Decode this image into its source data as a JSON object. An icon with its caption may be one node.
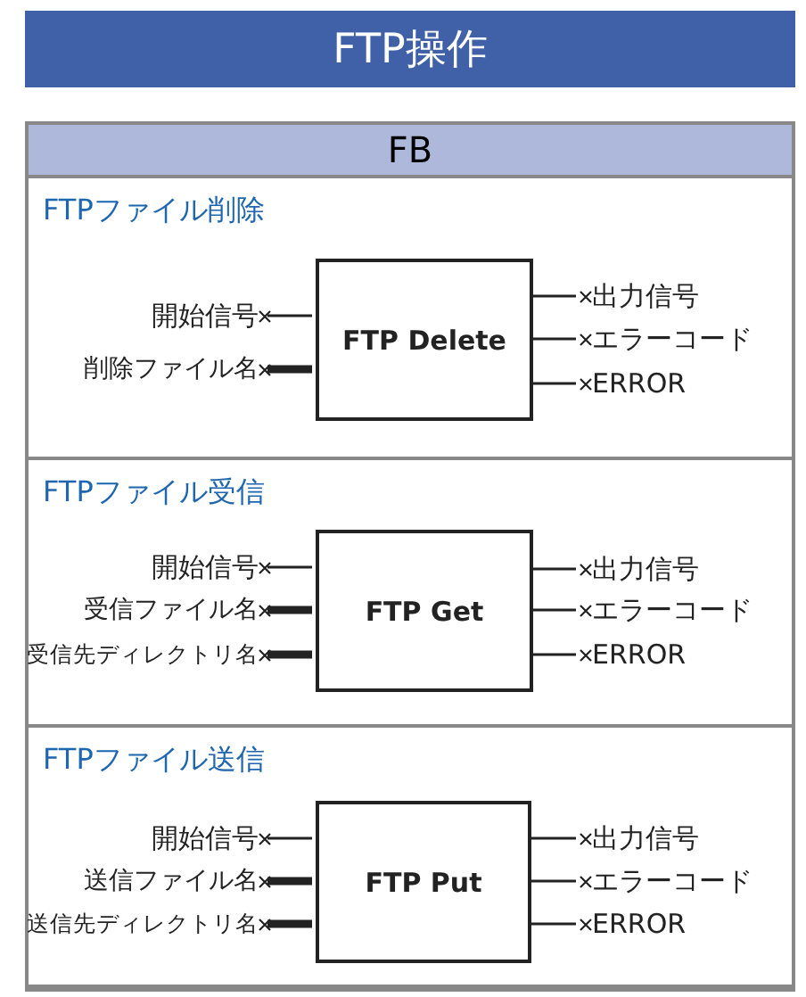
{
  "diagram": {
    "title": "FTP操作",
    "nodes": [
      {
        "text": [
          "FB"
        ]
      },
      {
        "text": [
          "FTPファイル削除"
        ]
      },
      {
        "text": [
          "開始信号"
        ],
        "in": 1
      },
      {
        "text": [
          "削除ファイル名"
        ],
        "in": 1
      },
      {
        "text": [
          "FTP Delete"
        ],
        "in": 1
      },
      {
        "text": [
          "出力信号"
        ],
        "in": 1
      },
      {
        "text": [
          "エラーコード"
        ],
        "in": 1
      },
      {
        "text": [
          "ERROR"
        ],
        "in": 1
      },
      {
        "text": [
          "FTPファイル受信"
        ]
      },
      {
        "text": [
          "開始信号"
        ],
        "in": 8
      },
      {
        "text": [
          "受信ファイル名"
        ],
        "in": 8
      },
      {
        "text": [
          "受信先ディレクトリ名"
        ],
        "in": 8
      },
      {
        "text": [
          "FTP Get"
        ],
        "in": 8
      },
      {
        "text": [
          "出力信号"
        ],
        "in": 8
      },
      {
        "text": [
          "エラーコード"
        ],
        "in": 8
      },
      {
        "text": [
          "ERROR"
        ],
        "in": 8
      },
      {
        "text": [
          "FTPファイル送信"
        ]
      },
      {
        "text": [
          "開始信号"
        ],
        "in": 16
      },
      {
        "text": [
          "送信ファイル名"
        ],
        "in": 16
      },
      {
        "text": [
          "送信先ディレクトリ名"
        ],
        "in": 16
      },
      {
        "text": [
          "FTP Put"
        ],
        "in": 16
      },
      {
        "text": [
          "出力信号"
        ],
        "in": 16
      },
      {
        "text": [
          "エラーコード"
        ],
        "in": 16
      },
      {
        "text": [
          "ERROR"
        ],
        "in": 16
      }
    ],
    "edges": [
      {
        "from": 2,
        "to": 4,
        "arrow": "none"
      },
      {
        "from": 3,
        "to": 4,
        "arrow": "none",
        "style": "thick"
      },
      {
        "from": 4,
        "to": 5,
        "arrow": "none"
      },
      {
        "from": 4,
        "to": 6,
        "arrow": "none"
      },
      {
        "from": 4,
        "to": 7,
        "arrow": "none"
      },
      {
        "from": 9,
        "to": 12,
        "arrow": "none"
      },
      {
        "from": 10,
        "to": 12,
        "arrow": "none",
        "style": "thick"
      },
      {
        "from": 11,
        "to": 12,
        "arrow": "none",
        "style": "thick"
      },
      {
        "from": 12,
        "to": 13,
        "arrow": "none"
      },
      {
        "from": 12,
        "to": 14,
        "arrow": "none"
      },
      {
        "from": 12,
        "to": 15,
        "arrow": "none"
      },
      {
        "from": 17,
        "to": 20,
        "arrow": "none"
      },
      {
        "from": 18,
        "to": 20,
        "arrow": "none",
        "style": "thick"
      },
      {
        "from": 19,
        "to": 20,
        "arrow": "none",
        "style": "thick"
      },
      {
        "from": 20,
        "to": 21,
        "arrow": "none"
      },
      {
        "from": 20,
        "to": 22,
        "arrow": "none"
      },
      {
        "from": 20,
        "to": 23,
        "arrow": "none"
      }
    ]
  }
}
